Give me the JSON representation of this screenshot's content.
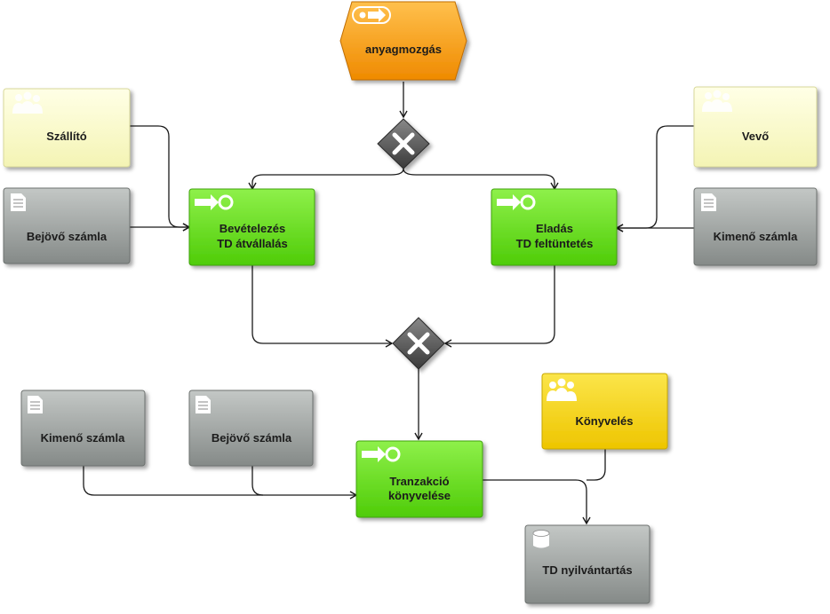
{
  "nodes": {
    "event": {
      "label": "anyagmozgás"
    },
    "supplier": {
      "label": "Szállító"
    },
    "incoming_invoice_1": {
      "label": "Bejövő számla"
    },
    "receipt_fn": {
      "line1": "Bevételezés",
      "line2": "TD átvállalás"
    },
    "sale_fn": {
      "line1": "Eladás",
      "line2": "TD feltüntetés"
    },
    "customer": {
      "label": "Vevő"
    },
    "outgoing_invoice_1": {
      "label": "Kimenő számla"
    },
    "outgoing_invoice_2": {
      "label": "Kimenő számla"
    },
    "incoming_invoice_2": {
      "label": "Bejövő számla"
    },
    "accounting": {
      "label": "Könyvelés"
    },
    "transaction_fn": {
      "line1": "Tranzakció",
      "line2": "könyvelése"
    },
    "td_register": {
      "label": "TD nyilvántartás"
    }
  },
  "colors": {
    "event": "#f39a1a",
    "function": "#66dd11",
    "document": "#9a9f9d",
    "org_light": "#fbfbc8",
    "org_yellow": "#f5d411",
    "connector": "#555555",
    "line": "#1a1a1a"
  },
  "icons": {
    "event": "arrow-event-icon",
    "function": "gear-arrow-icon",
    "document": "document-icon",
    "org": "people-group-icon",
    "database": "database-icon",
    "connector": "xor-cross-icon"
  }
}
